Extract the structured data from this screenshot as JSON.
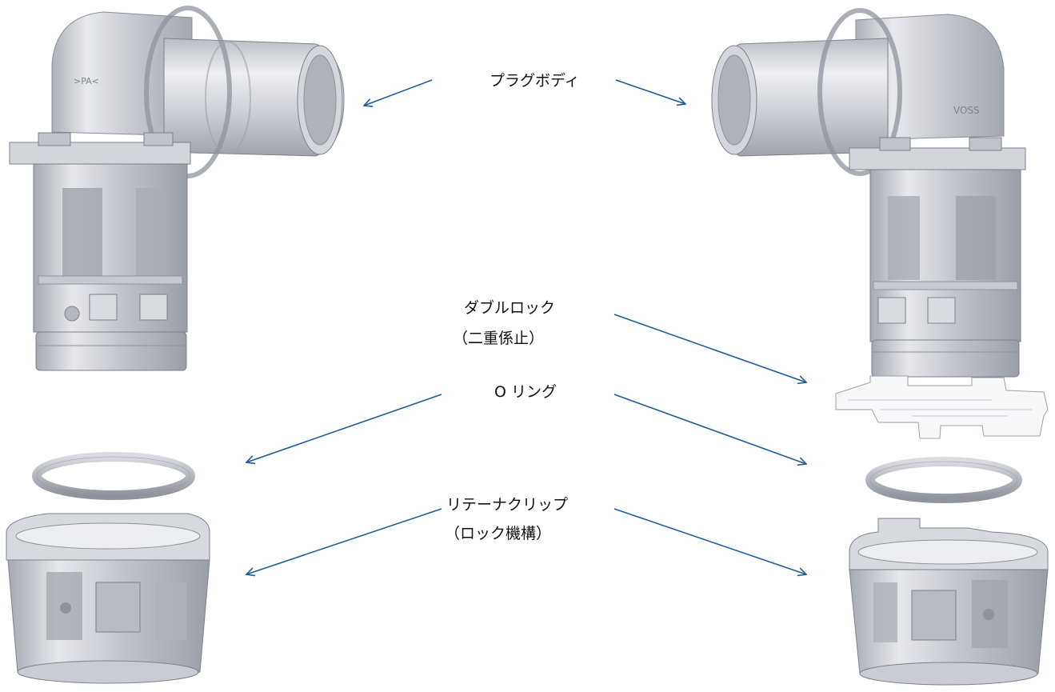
{
  "labels": {
    "plug_body": "プラグボディ",
    "double_lock_line1": "ダブルロック",
    "double_lock_line2": "（二重係止）",
    "o_ring": "O リング",
    "retainer_line1": "リテーナクリップ",
    "retainer_line2": "（ロック機構）"
  },
  "part_text": {
    "left_marking": ">PA<",
    "right_marking": "VOSS"
  },
  "colors": {
    "arrow": "#1f5c93",
    "part_fill": "#c9ccd3",
    "part_dark": "#8e939c",
    "part_light": "#eceef1",
    "part_stroke": "#7d828b",
    "label": "#111111"
  }
}
